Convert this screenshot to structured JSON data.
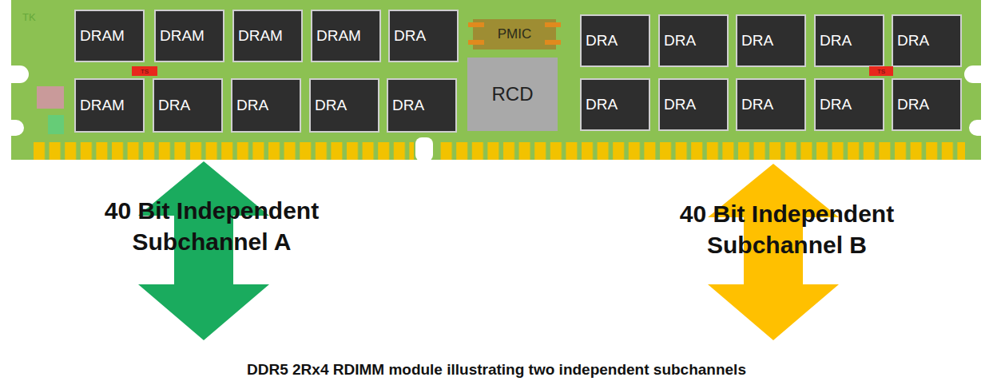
{
  "diagram": {
    "caption": "DDR5 2Rx4 RDIMM module illustrating two independent subchannels",
    "nodes": [
      {
        "text": [
          "DRAM"
        ]
      },
      {
        "text": [
          "DRAM"
        ]
      },
      {
        "text": [
          "DRAM"
        ]
      },
      {
        "text": [
          "DRAM"
        ]
      },
      {
        "text": [
          "DRA"
        ]
      },
      {
        "text": [
          "PMIC"
        ]
      },
      {
        "text": [
          "DRA"
        ]
      },
      {
        "text": [
          "DRA"
        ]
      },
      {
        "text": [
          "DRA"
        ]
      },
      {
        "text": [
          "DRA"
        ]
      },
      {
        "text": [
          "DRA"
        ]
      },
      {
        "text": [
          "TS"
        ]
      },
      {
        "text": [
          "TS"
        ]
      },
      {
        "text": [
          "DRAM"
        ]
      },
      {
        "text": [
          "DRA"
        ]
      },
      {
        "text": [
          "DRA"
        ]
      },
      {
        "text": [
          "DRA"
        ]
      },
      {
        "text": [
          "DRA"
        ]
      },
      {
        "text": [
          "RCD"
        ]
      },
      {
        "text": [
          "DRA"
        ]
      },
      {
        "text": [
          "DRA"
        ]
      },
      {
        "text": [
          "DRA"
        ]
      },
      {
        "text": [
          "DRA"
        ]
      },
      {
        "text": [
          "DRA"
        ]
      }
    ],
    "labels": [
      "TK",
      "40 Bit Independent Subchannel A",
      "40 Bit Independent Subchannel B"
    ]
  }
}
